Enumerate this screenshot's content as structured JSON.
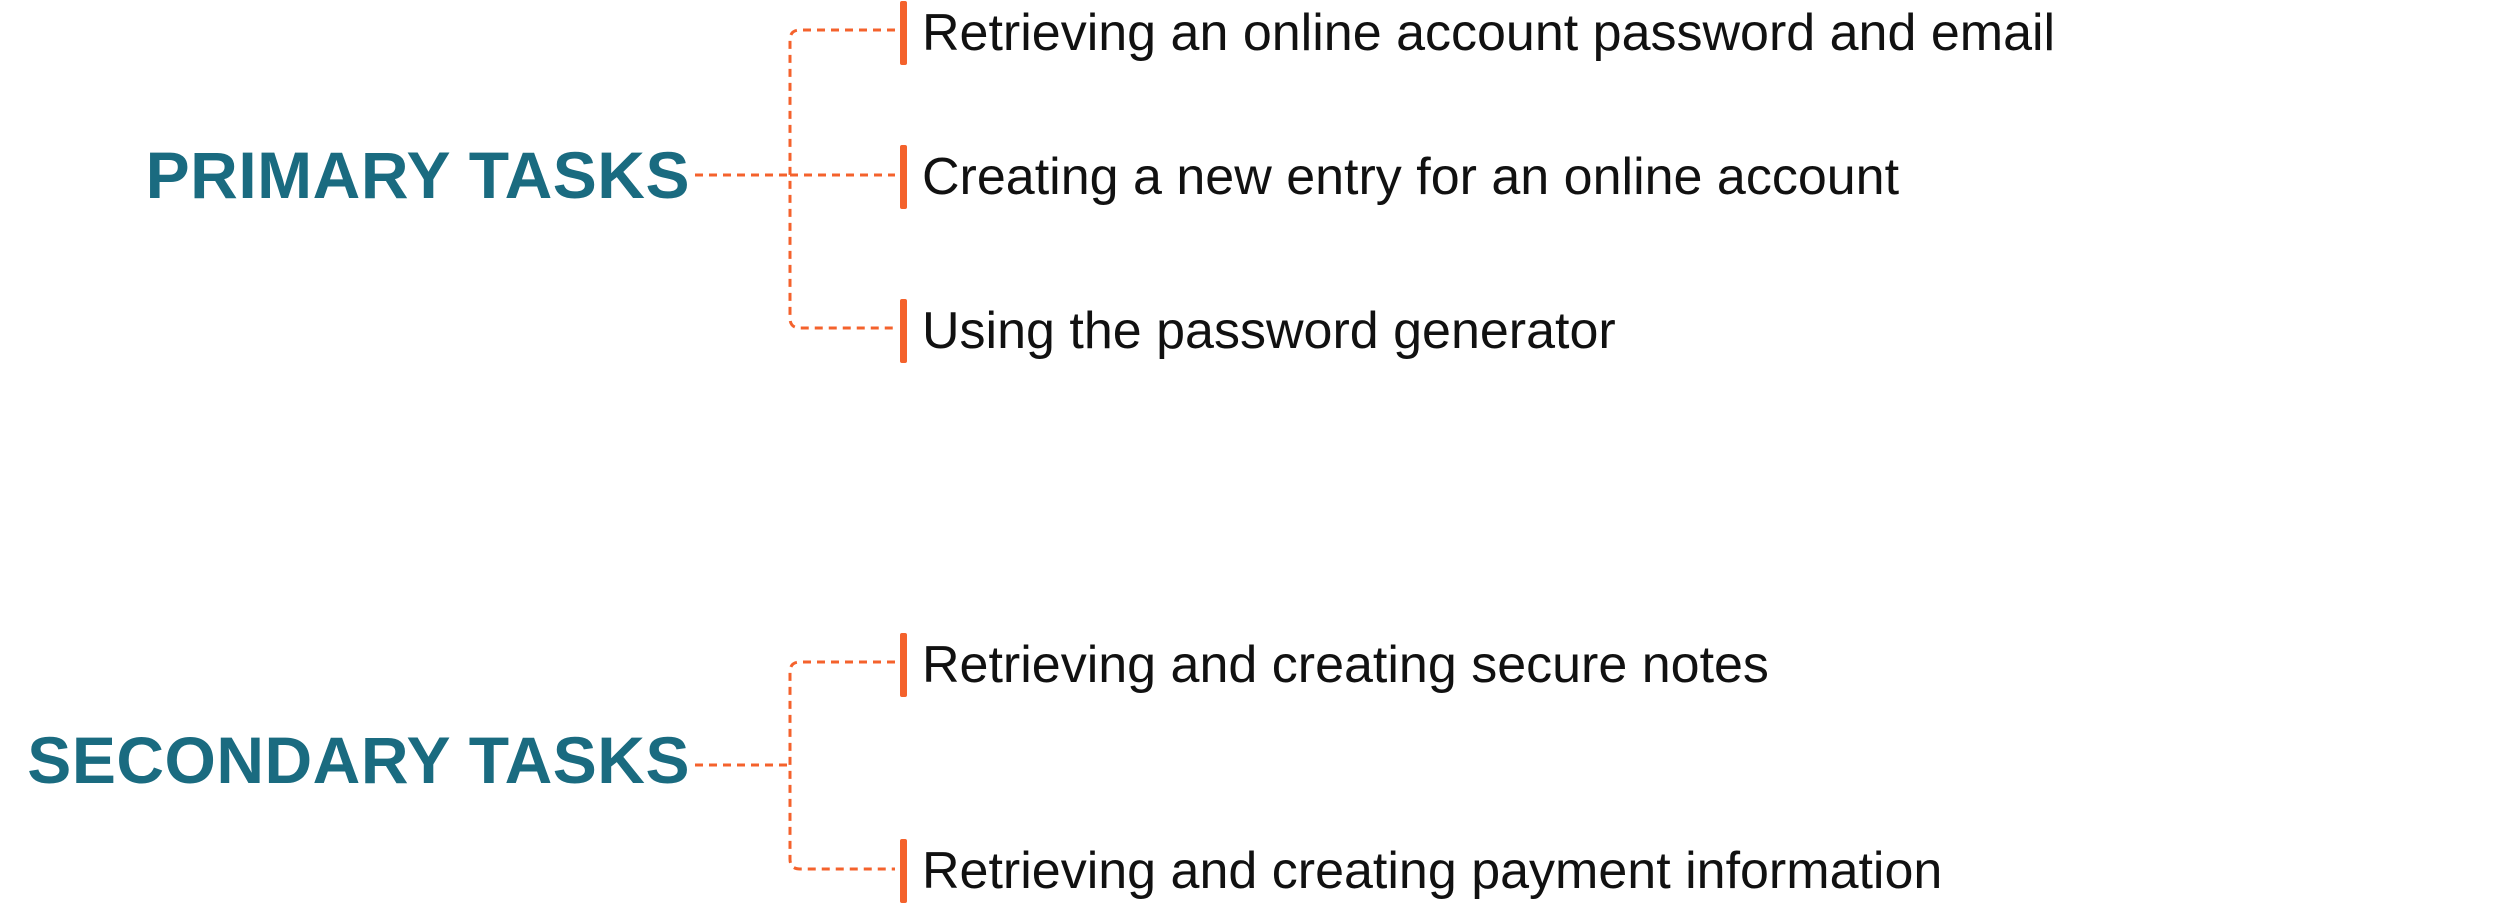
{
  "colors": {
    "heading": "#1a6b80",
    "accent": "#f4622c",
    "text": "#111111"
  },
  "groups": [
    {
      "title": "PRIMARY TASKS",
      "tasks": [
        "Retrieving an online account password and email",
        "Creating a new entry for an online account",
        "Using the password generator"
      ]
    },
    {
      "title": "SECONDARY TASKS",
      "tasks": [
        "Retrieving and creating secure notes",
        "Retrieving and creating payment information"
      ]
    }
  ]
}
